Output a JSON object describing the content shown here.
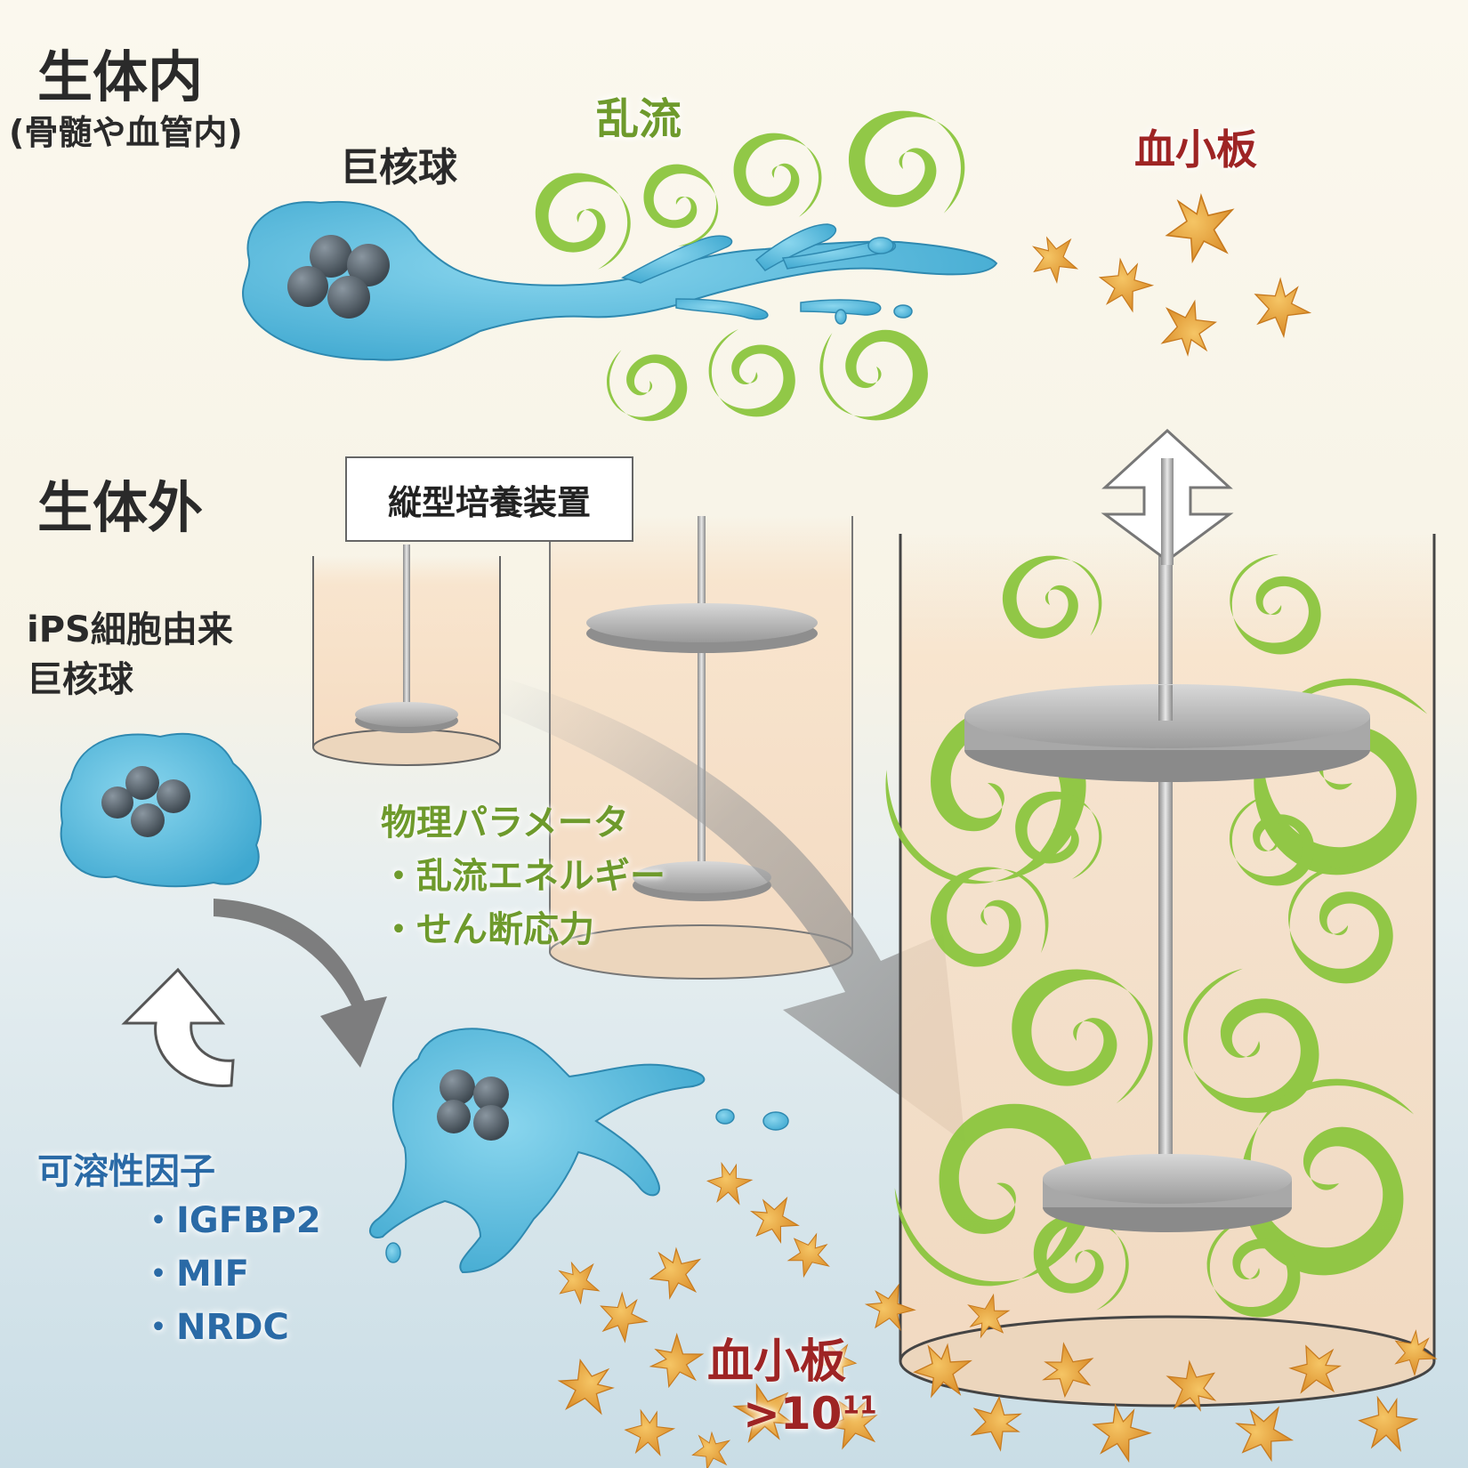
{
  "labels": {
    "in_vivo": "生体内",
    "in_vivo_sub": "(骨髄や血管内)",
    "megakaryocyte": "巨核球",
    "turbulence": "乱流",
    "platelets_top": "血小板",
    "ex_vivo": "生体外",
    "device": "縦型培養装置",
    "ips_line1": "iPS細胞由来",
    "ips_line2": "巨核球",
    "physical_params": "物理パラメータ",
    "param_1": "・乱流エネルギー",
    "param_2": "・せん断応力",
    "soluble_factors": "可溶性因子",
    "factor_1": "・IGFBP2",
    "factor_2": "・MIF",
    "factor_3": "・NRDC",
    "platelets_bottom": "血小板",
    "platelet_count_base": ">10",
    "platelet_count_exp": "11"
  },
  "colors": {
    "cell_blue": "#5fc0e0",
    "nucleus_gray": "#5a6670",
    "turbulence_green": "#8cc63f",
    "platelet_orange": "#e8a33a",
    "label_green": "#6e9a2c",
    "label_red": "#9e2424",
    "label_blue": "#2a6aa6"
  }
}
